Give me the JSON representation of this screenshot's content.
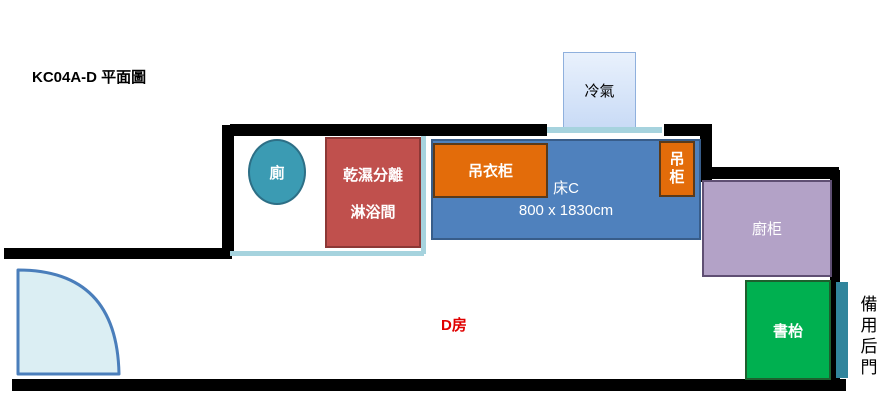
{
  "plan": {
    "title": "KC04A-D 平面圖",
    "room_label": "D房"
  },
  "fixtures": {
    "air_conditioner": "冷氣",
    "toilet": "廁",
    "bathroom_line1": "乾濕分離",
    "bathroom_line2": "淋浴間",
    "wardrobe": "吊衣柜",
    "hanging_cabinet_char1": "吊",
    "hanging_cabinet_char2": "柜",
    "bed_name": "床C",
    "bed_size": "800 x 1830cm",
    "kitchen_cabinet": "廚柜",
    "desk": "書枱",
    "back_door_chars": [
      "備",
      "用",
      "后",
      "門"
    ]
  },
  "colors": {
    "wall": "#000000",
    "glass": "#a6d3de",
    "toilet": "#3b9bb3",
    "bathroom": "#c0504d",
    "bed": "#4f81bd",
    "wardrobe": "#e36c0a",
    "kitchen_cabinet": "#b3a2c7",
    "desk": "#00b050",
    "back_door": "#31859c",
    "room_label": "#e00000"
  }
}
